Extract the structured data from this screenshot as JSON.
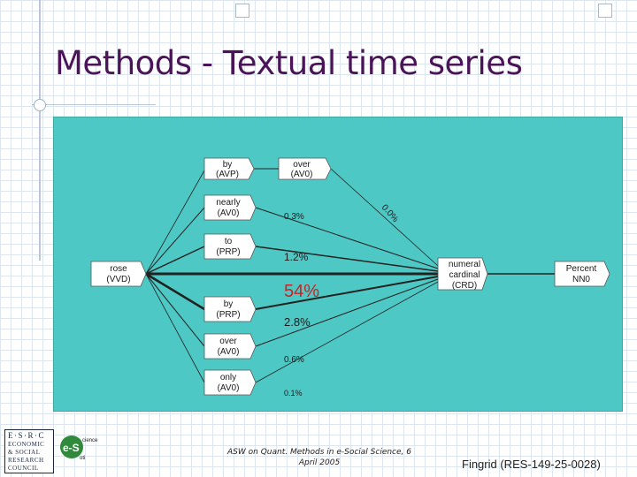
{
  "slide": {
    "title": "Methods - Textual time series",
    "footer_center_line1": "ASW on Quant. Methods in e-Social Science, 6",
    "footer_center_line2": "April 2005",
    "footer_right": "Fingrid (RES-149-25-0028)"
  },
  "logos": {
    "esrc": [
      "E·S·R·C",
      "ECONOMIC",
      "& SOCIAL",
      "RESEARCH",
      "COUNCIL"
    ],
    "escience": {
      "mark": "e-S",
      "top": "cience",
      "sub": "oti"
    }
  },
  "diagram": {
    "panel_color": "#4ec8c4",
    "box_color": "#ffffff",
    "line_color": "#222222",
    "highlight_color": "#cc2222",
    "nodes": {
      "rose": [
        "rose",
        "(VVD)"
      ],
      "by_avp": [
        "by",
        "(AVP)"
      ],
      "over_av0_top": [
        "over",
        "(AV0)"
      ],
      "nearly": [
        "nearly",
        "(AV0)"
      ],
      "to": [
        "to",
        "(PRP)"
      ],
      "by_prp": [
        "by",
        "(PRP)"
      ],
      "over_av0": [
        "over",
        "(AV0)"
      ],
      "only": [
        "only",
        "(AV0)"
      ],
      "numeral": [
        "numeral",
        "cardinal",
        "(CRD)"
      ],
      "percent": [
        "Percent",
        "NN0"
      ]
    },
    "percentages": {
      "p00": "0.0%",
      "p03": "0.3%",
      "p12": "1.2%",
      "p54": "54%",
      "p28": "2.8%",
      "p06": "0.6%",
      "p01": "0.1%"
    }
  }
}
